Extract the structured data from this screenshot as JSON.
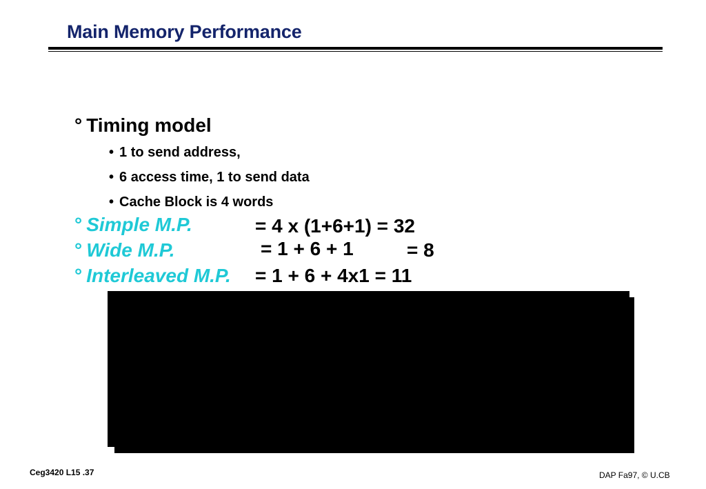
{
  "slide": {
    "title": "Main Memory Performance",
    "timing_model": {
      "bullet": "°",
      "heading": "Timing model",
      "items": [
        "1 to send address,",
        "6 access time, 1 to send data",
        "Cache Block is 4 words"
      ],
      "item_bullet": "•"
    },
    "rows": [
      {
        "label": "Simple M.P.",
        "formula": "= 4 x (1+6+1) = 32"
      },
      {
        "label": "Wide M.P.",
        "formula_a": "= 1 + 6 + 1",
        "formula_b": "= 8"
      },
      {
        "label": "Interleaved M.P.",
        "formula": "= 1 + 6 + 4x1 = 11"
      }
    ],
    "footer": {
      "left": "Ceg3420 L15 .37",
      "right": "DAP Fa97, © U.CB"
    }
  }
}
